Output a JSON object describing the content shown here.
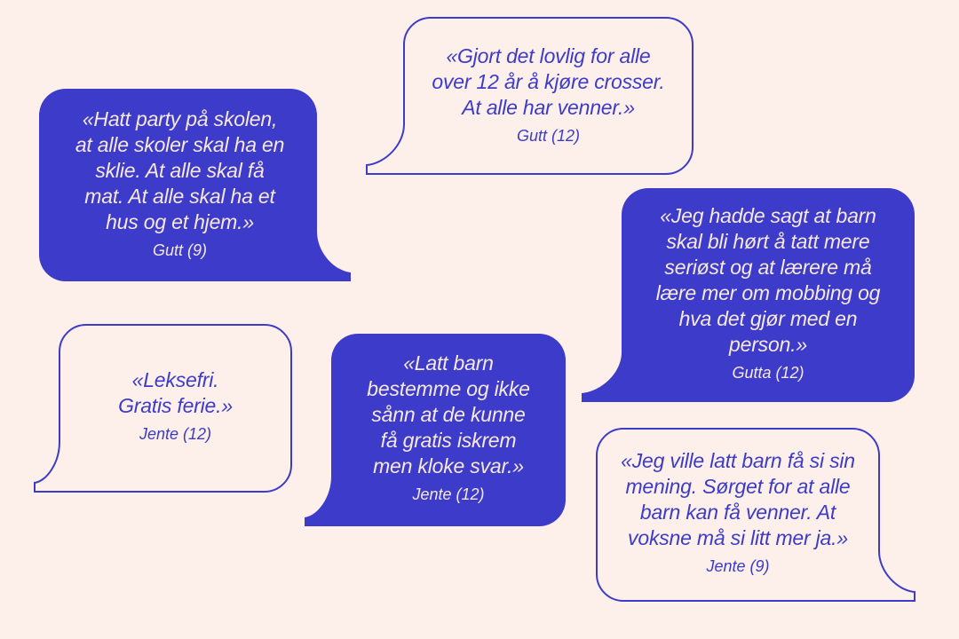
{
  "page": {
    "background_color": "#fdf0ea",
    "accent_color": "#3d3bc9",
    "filled_bubble_text_color": "#f6e9e4"
  },
  "quotes": [
    {
      "style": "filled",
      "text": "«Hatt party på skolen,\nat alle skoler skal ha en\nsklie. At alle skal få\nmat. At alle skal ha et\nhus og et hjem.»",
      "attribution": "Gutt (9)"
    },
    {
      "style": "outline",
      "text": "«Gjort det lovlig for alle\nover 12 år å kjøre crosser.\nAt alle har venner.»",
      "attribution": "Gutt (12)"
    },
    {
      "style": "outline",
      "text": "«Leksefri.\nGratis ferie.»",
      "attribution": "Jente (12)"
    },
    {
      "style": "filled",
      "text": "«Latt barn\nbestemme og ikke\nsånn at de kunne\nfå gratis iskrem\nmen kloke svar.»",
      "attribution": "Jente (12)"
    },
    {
      "style": "filled",
      "text": "«Jeg hadde sagt at barn\nskal bli hørt å tatt mere\nseriøst og at lærere må\nlære mer om mobbing og\nhva det gjør med en\nperson.»",
      "attribution": "Gutta (12)"
    },
    {
      "style": "outline",
      "text": "«Jeg ville latt barn få si sin\nmening. Sørget for at alle\nbarn kan få venner. At\nvoksne må si litt mer ja.»",
      "attribution": "Jente (9)"
    }
  ]
}
